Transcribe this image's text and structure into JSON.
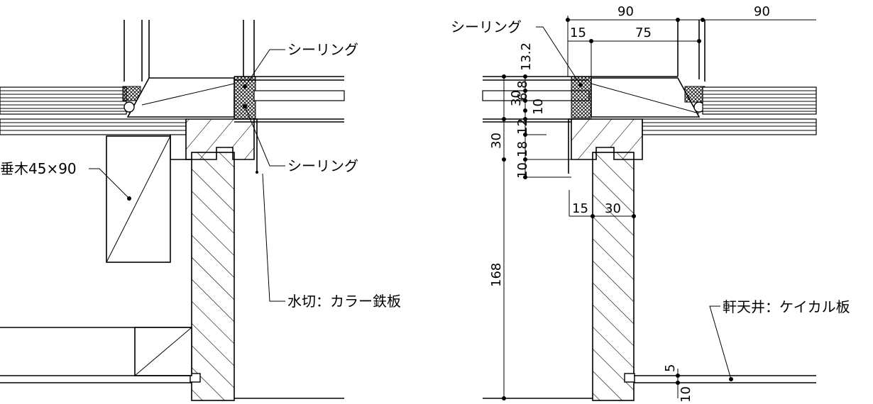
{
  "left_labels": {
    "sealing_top": "シーリング",
    "sealing_bottom": "シーリング",
    "rafter": "垂木45×90",
    "flashing": "水切：カラー鉄板"
  },
  "right_labels": {
    "sealing": "シーリング",
    "soffit": "軒天井：ケイカル板"
  },
  "dimensions": {
    "top_90_left": "90",
    "top_90_right": "90",
    "top_15": "15",
    "top_75": "75",
    "v_13_2": "13.2",
    "v_30_a": "30",
    "v_6_8": "6.8",
    "v_10_a": "10",
    "v_12": "12",
    "v_30_b": "30",
    "v_18": "18",
    "v_10_b": "10",
    "v_168": "168",
    "mid_15": "15",
    "mid_30": "30",
    "v_5": "5",
    "v_10_c": "10"
  }
}
